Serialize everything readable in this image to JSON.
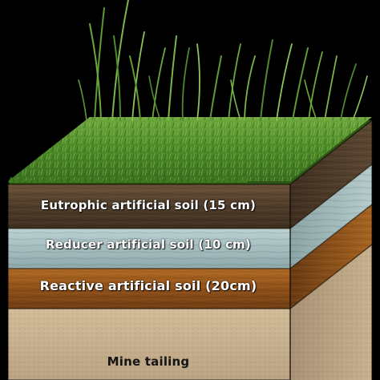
{
  "layers": {
    "eutrophic": "Eutrophic artificial soil (15 cm)",
    "reducer": "Reducer artificial soil (10 cm)",
    "reactive": "Reactive artificial soil (20cm)",
    "mine": "Mine tailing"
  },
  "colors": {
    "background": "#000000",
    "grass": "#4f8a2a",
    "eutrophic_soil": "#5a4530",
    "reducer_soil": "#a9c2c4",
    "reactive_soil": "#9a5a1c",
    "mine_tailing": "#c9b290"
  }
}
